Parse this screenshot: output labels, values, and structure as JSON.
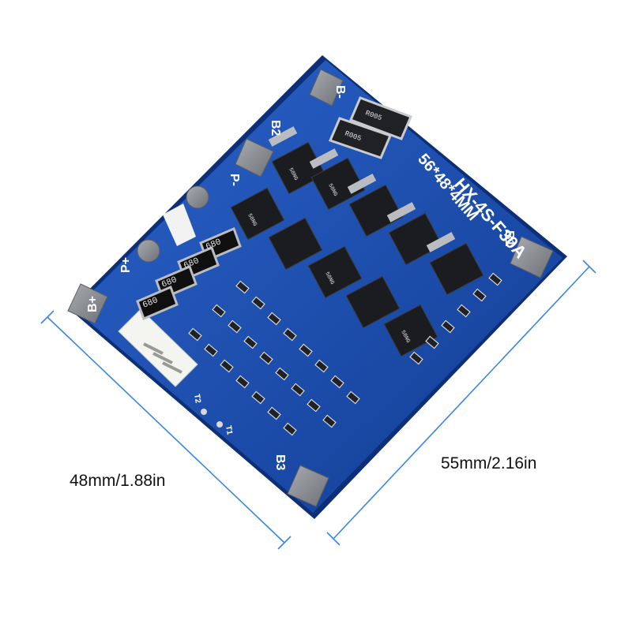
{
  "dimensions": {
    "width_label": "48mm/1.88in",
    "height_label": "55mm/2.16in"
  },
  "board": {
    "model": "HX-4S-F30A",
    "size_code": "56*48*4MM",
    "pad_labels": {
      "b_minus": "B-",
      "b1": "B1",
      "b2": "B2",
      "b3": "B3",
      "b_plus": "B+",
      "p_plus": "P+",
      "p_minus": "P-"
    },
    "silkscreen": {
      "t1": "T1",
      "t2": "T2"
    },
    "resistor_codes": {
      "shunt_1": "R005",
      "shunt_2": "R005",
      "sense": "680"
    },
    "mosfet_marking": "58NG",
    "colors": {
      "pcb": "#1a4fb3",
      "pad": "#8c8f94",
      "mosfet": "#1b1c1f",
      "dimension_line": "#3a86e0"
    }
  }
}
